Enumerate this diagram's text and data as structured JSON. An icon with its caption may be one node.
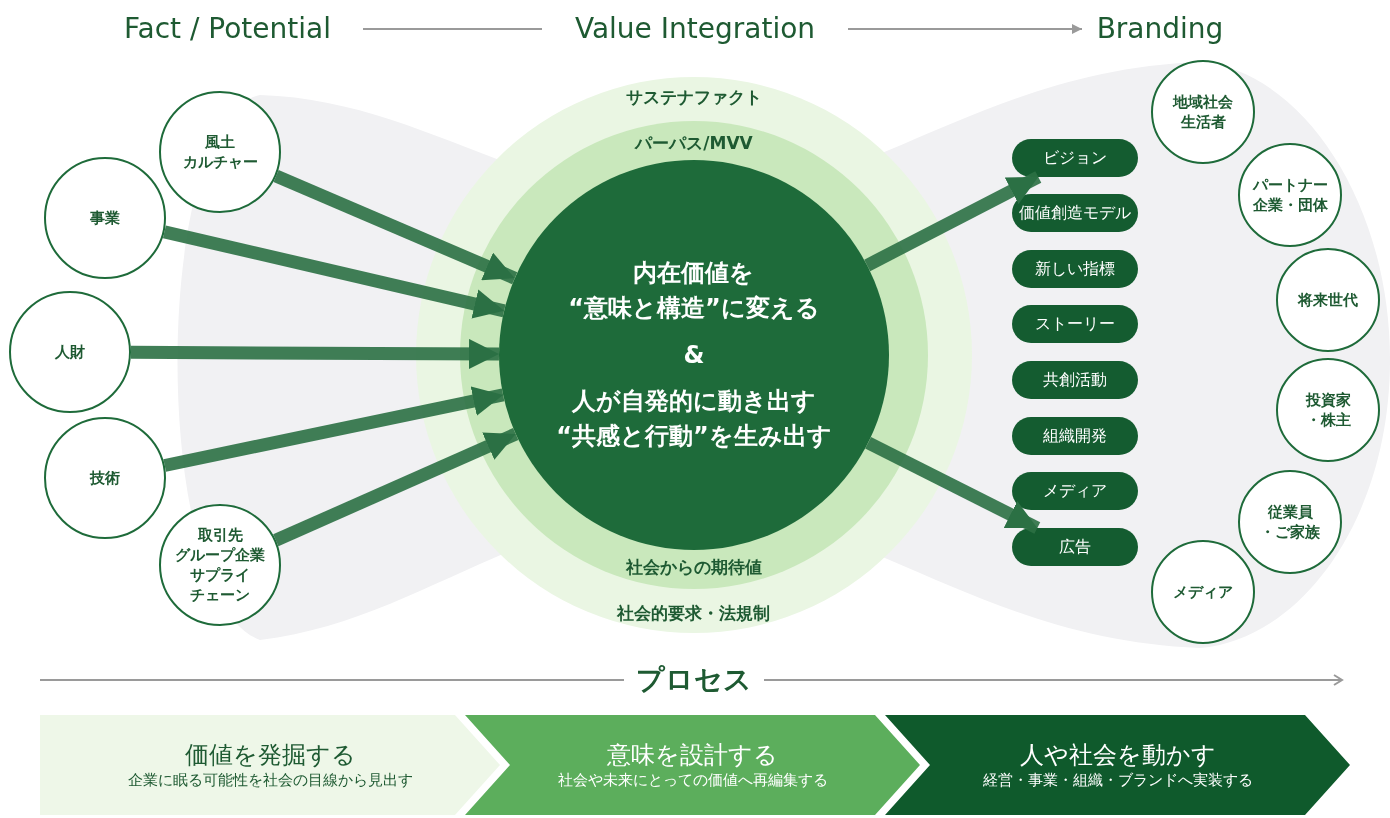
{
  "diagram": {
    "nodes": [
      {
        "text": [
          "Fact / Potential"
        ]
      },
      {
        "text": [
          "Value Integration"
        ]
      },
      {
        "text": [
          "Branding"
        ]
      },
      {
        "text": [
          "風土カルチャー"
        ]
      },
      {
        "text": [
          "事業"
        ]
      },
      {
        "text": [
          "人財"
        ]
      },
      {
        "text": [
          "技術"
        ]
      },
      {
        "text": [
          "取引先グループ企業サプライチェーン"
        ]
      },
      {
        "text": [
          "サステナファクト",
          "社会的要求・法規制"
        ]
      },
      {
        "text": [
          "パーパス/MVV",
          "社会からの期待値"
        ],
        "in": 8
      },
      {
        "text": [
          "内在価値を“意味と構造”に変える",
          "&",
          "人が自発的に動き出す“共感と行動”を生み出す"
        ],
        "in": 9
      },
      {
        "text": [
          "ビジョン"
        ]
      },
      {
        "text": [
          "価値創造モデル"
        ]
      },
      {
        "text": [
          "新しい指標"
        ]
      },
      {
        "text": [
          "ストーリー"
        ]
      },
      {
        "text": [
          "共創活動"
        ]
      },
      {
        "text": [
          "組織開発"
        ]
      },
      {
        "text": [
          "メディア"
        ]
      },
      {
        "text": [
          "広告"
        ]
      },
      {
        "text": [
          "地域社会生活者"
        ]
      },
      {
        "text": [
          "パートナー企業・団体"
        ]
      },
      {
        "text": [
          "将来世代"
        ]
      },
      {
        "text": [
          "投資家・株主"
        ]
      },
      {
        "text": [
          "従業員・ご家族"
        ]
      },
      {
        "text": [
          "メディア"
        ]
      },
      {
        "text": [
          "価値を発掘する",
          "企業に眠る可能性を社会の目線から見出す"
        ]
      },
      {
        "text": [
          "意味を設計する",
          "社会や未来にとっての価値へ再編集する"
        ]
      },
      {
        "text": [
          "人や社会を動かす",
          "経営・事業・組織・ブランドへ実装する"
        ]
      }
    ],
    "edges": [
      {
        "from": 0,
        "to": 1,
        "arrow": "none",
        "color": "#9a9a9a"
      },
      {
        "from": 1,
        "to": 2,
        "arrow": "to",
        "color": "#9a9a9a"
      },
      {
        "from": 3,
        "to": 10,
        "arrow": "to"
      },
      {
        "from": 4,
        "to": 10,
        "arrow": "to"
      },
      {
        "from": 5,
        "to": 10,
        "arrow": "to"
      },
      {
        "from": 6,
        "to": 10,
        "arrow": "to"
      },
      {
        "from": 7,
        "to": 10,
        "arrow": "to"
      },
      {
        "from": 10,
        "to": 11,
        "arrow": "to"
      },
      {
        "from": 10,
        "to": 18,
        "arrow": "to"
      }
    ],
    "labels": [
      "プロセス"
    ]
  }
}
